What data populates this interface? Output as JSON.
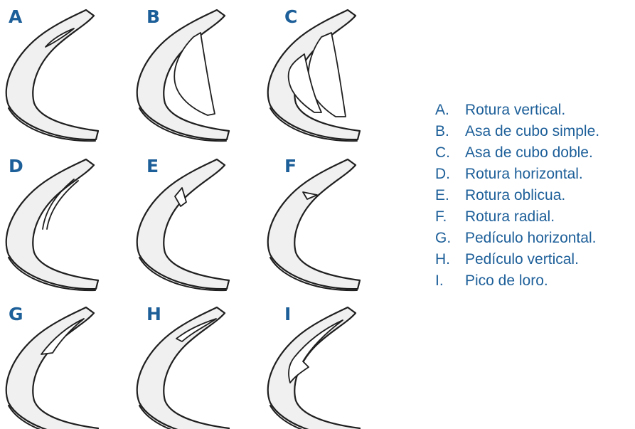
{
  "panels": [
    {
      "letter": "A",
      "variant": "vertical"
    },
    {
      "letter": "B",
      "variant": "bucket"
    },
    {
      "letter": "C",
      "variant": "double-bucket"
    },
    {
      "letter": "D",
      "variant": "horizontal"
    },
    {
      "letter": "E",
      "variant": "oblique"
    },
    {
      "letter": "F",
      "variant": "radial"
    },
    {
      "letter": "G",
      "variant": "flap-horizontal"
    },
    {
      "letter": "H",
      "variant": "flap-vertical"
    },
    {
      "letter": "I",
      "variant": "parrot-beak"
    }
  ],
  "legend": [
    {
      "key": "A.",
      "text": "Rotura vertical."
    },
    {
      "key": "B.",
      "text": "Asa de cubo simple."
    },
    {
      "key": "C.",
      "text": "Asa de cubo doble."
    },
    {
      "key": "D.",
      "text": "Rotura horizontal."
    },
    {
      "key": "E.",
      "text": "Rotura oblicua."
    },
    {
      "key": "F.",
      "text": "Rotura radial."
    },
    {
      "key": "G.",
      "text": "Pedículo horizontal."
    },
    {
      "key": "H.",
      "text": "Pedículo vertical."
    },
    {
      "key": "I.",
      "text": "Pico de loro."
    }
  ],
  "colors": {
    "label": "#1d5f99",
    "outline": "#1f1f1f",
    "fill": "#f0f0f0"
  }
}
